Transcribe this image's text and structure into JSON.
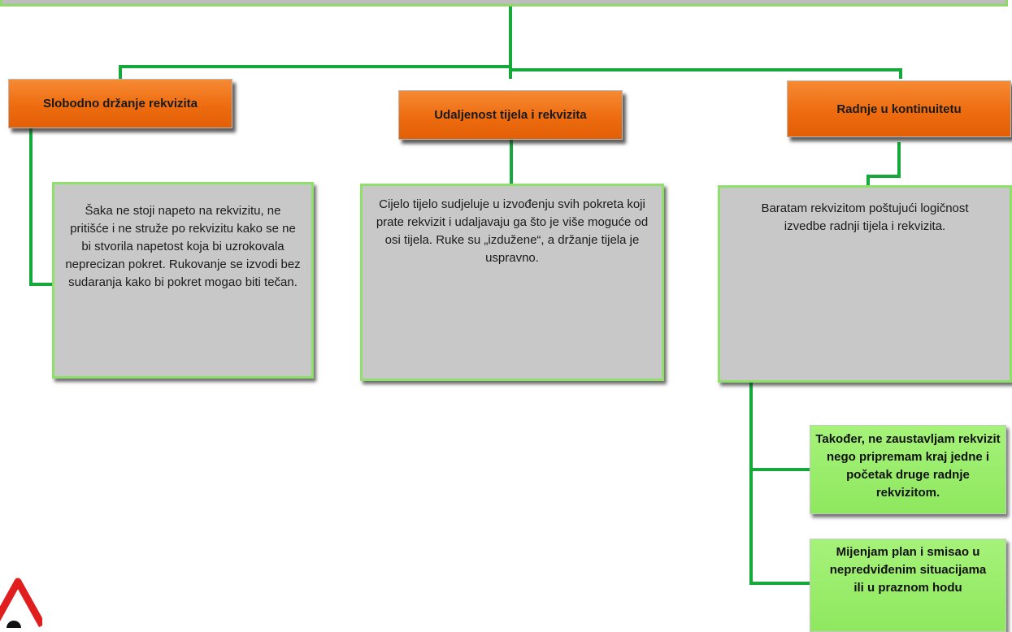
{
  "diagram": {
    "branches": [
      {
        "title": "Slobodno držanje rekvizita",
        "description": "Šaka ne stoji napeto na rekvizitu, ne pritišće i ne struže po rekvizitu kako se ne bi stvorila napetost koja bi uzrokovala neprecizan pokret. Rukovanje se izvodi bez sudaranja kako bi pokret mogao biti tečan."
      },
      {
        "title": "Udaljenost tijela i rekvizita",
        "description": "Cijelo tijelo sudjeluje u izvođenju svih pokreta koji prate rekvizit i udaljavaju ga što je više moguće od osi tijela. Ruke su „izdužene“, a držanje tijela je uspravno."
      },
      {
        "title": "Radnje u kontinuitetu",
        "description": "Baratam rekvizitom poštujući logičnost izvedbe radnji tijela i rekvizita.",
        "sub_items": [
          "Također, ne zaustavljam rekvizit nego pripremam kraj jedne i početak druge radnje rekvizitom.",
          "Mijenjam plan i smisao u nepredviđenim situacijama ili u praznom hodu"
        ]
      }
    ]
  },
  "colors": {
    "connector": "#15a83a",
    "orange": "#ee6c0f",
    "grey": "#c8c8c8",
    "green_border": "#8ee06a",
    "light_green": "#9aee6c"
  },
  "icons": {
    "corner": "warning-triangle-icon"
  }
}
